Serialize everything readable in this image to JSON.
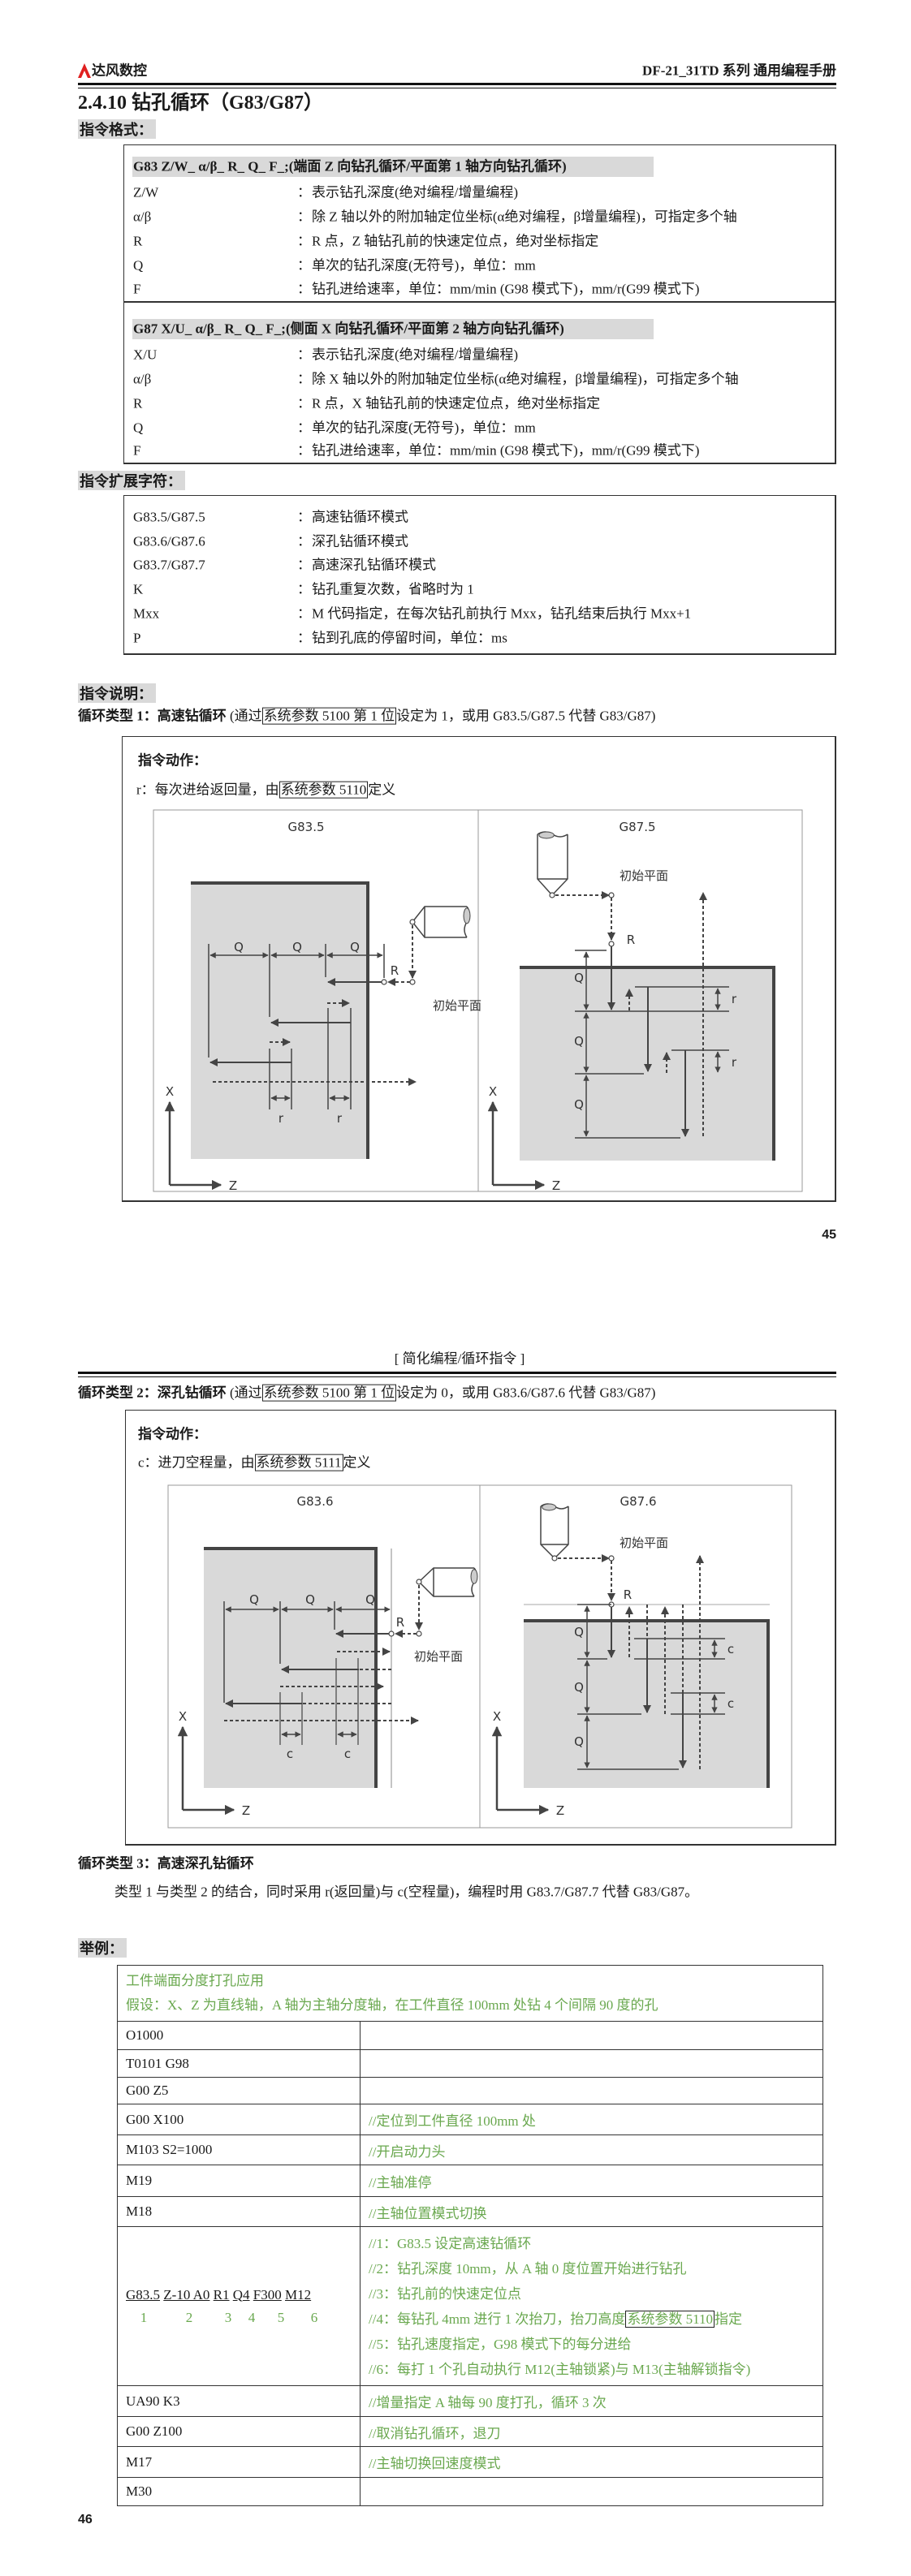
{
  "header": {
    "brand": "达风数控",
    "manual_title": "DF-21_31TD 系列  通用编程手册"
  },
  "section_title": "2.4.10  钻孔循环（G83/G87）",
  "format": {
    "label": "指令格式：",
    "g83": {
      "heading": "G83   Z/W_ α/β_ R_ Q_ F_;(端面 Z 向钻孔循环/平面第 1 轴方向钻孔循环)",
      "params": [
        {
          "key": "Z/W",
          "desc": "表示钻孔深度(绝对编程/增量编程)"
        },
        {
          "key": "α/β",
          "desc": "除 Z 轴以外的附加轴定位坐标(α绝对编程，β增量编程)，可指定多个轴"
        },
        {
          "key": "R",
          "desc": "R 点，Z 轴钻孔前的快速定位点，绝对坐标指定"
        },
        {
          "key": "Q",
          "desc": "单次的钻孔深度(无符号)，单位：mm"
        },
        {
          "key": "F",
          "desc": "钻孔进给速率，单位：mm/min (G98 模式下)，mm/r(G99 模式下)"
        }
      ]
    },
    "g87": {
      "heading": "G87   X/U_ α/β_ R_ Q_ F_;(侧面 X 向钻孔循环/平面第 2 轴方向钻孔循环)",
      "params": [
        {
          "key": "X/U",
          "desc": "表示钻孔深度(绝对编程/增量编程)"
        },
        {
          "key": "α/β",
          "desc": "除 X 轴以外的附加轴定位坐标(α绝对编程，β增量编程)，可指定多个轴"
        },
        {
          "key": "R",
          "desc": "R 点，X 轴钻孔前的快速定位点，绝对坐标指定"
        },
        {
          "key": "Q",
          "desc": "单次的钻孔深度(无符号)，单位：mm"
        },
        {
          "key": "F",
          "desc": "钻孔进给速率，单位：mm/min (G98 模式下)，mm/r(G99 模式下)"
        }
      ]
    },
    "colon": "："
  },
  "ext": {
    "label": "指令扩展字符：",
    "items": [
      {
        "key": "G83.5/G87.5",
        "desc": "高速钻循环模式"
      },
      {
        "key": "G83.6/G87.6",
        "desc": "深孔钻循环模式"
      },
      {
        "key": "G83.7/G87.7",
        "desc": "高速深孔钻循环模式"
      },
      {
        "key": "K",
        "desc": "钻孔重复次数，省略时为 1"
      },
      {
        "key": "Mxx",
        "desc": "M 代码指定，在每次钻孔前执行 Mxx，钻孔结束后执行 Mxx+1"
      },
      {
        "key": "P",
        "desc": "钻到孔底的停留时间，单位：ms"
      }
    ]
  },
  "explain": {
    "label": "指令说明："
  },
  "type1": {
    "title": "循环类型 1：高速钻循环",
    "pre": " (通过",
    "param": "系统参数 5100 第 1 位",
    "post": "设定为 1，或用 G83.5/G87.5 代替 G83/G87)",
    "action_label": "指令动作：",
    "note_pre": "r：每次进给返回量，由",
    "note_param": "系统参数 5110",
    "note_post": "定义"
  },
  "type2": {
    "title": "循环类型 2：深孔钻循环",
    "pre": " (通过",
    "param": "系统参数 5100 第 1 位",
    "post": "设定为 0，或用 G83.6/G87.6 代替 G83/G87)",
    "action_label": "指令动作：",
    "note_pre": "c：进刀空程量，由",
    "note_param": "系统参数 5111",
    "note_post": "定义"
  },
  "type3": {
    "title": "循环类型 3：高速深孔钻循环",
    "desc": "类型 1 与类型 2 的结合，同时采用 r(返回量)与 c(空程量)，编程时用 G83.7/G87.7 代替 G83/G87。"
  },
  "diagrams": {
    "g835": "G83.5",
    "g875": "G87.5",
    "g836": "G83.6",
    "g876": "G87.6",
    "q": "Q",
    "r_point": "R",
    "r_return": "r",
    "c_idle": "c",
    "initial_plane": "初始平面",
    "axis_x": "X",
    "axis_z": "Z"
  },
  "running_header": "[  简化编程/循环指令  ]",
  "page_numbers": {
    "first": "45",
    "second": "46"
  },
  "example": {
    "label": "举例：",
    "title": "工件端面分度打孔应用",
    "assumption": "假设：X、Z 为直线轴，A 轴为主轴分度轴，在工件直径 100mm 处钻 4 个间隔 90 度的孔",
    "rows": [
      {
        "code": "O1000",
        "comment": ""
      },
      {
        "code": "T0101 G98",
        "comment": ""
      },
      {
        "code": "G00 Z5",
        "comment": ""
      },
      {
        "code": "G00 X100",
        "comment": "//定位到工件直径 100mm 处"
      },
      {
        "code": "M103 S2=1000",
        "comment": "//开启动力头"
      },
      {
        "code": "M19",
        "comment": "//主轴准停"
      },
      {
        "code": "M18",
        "comment": "//主轴位置模式切换"
      },
      {
        "code": "UA90 K3",
        "comment": "//增量指定 A 轴每 90 度打孔，循环 3 次"
      },
      {
        "code": "G00 Z100",
        "comment": "//取消钻孔循环，退刀"
      },
      {
        "code": "M17",
        "comment": "//主轴切换回速度模式"
      },
      {
        "code": "M30",
        "comment": ""
      }
    ],
    "cycle_row": {
      "segments": [
        "G83.5",
        "Z-10 A0",
        "R1",
        "Q4",
        "F300",
        "M12"
      ],
      "numbers": [
        "1",
        "2",
        "3",
        "4",
        "5",
        "6"
      ],
      "comments": [
        "//1：G83.5 设定高速钻循环",
        "//2：钻孔深度 10mm，从 A 轴 0 度位置开始进行钻孔",
        "//3：钻孔前的快速定位点"
      ],
      "comment4_pre": "//4：每钻孔 4mm 进行 1 次抬刀，抬刀高度",
      "comment4_param": "系统参数 5110",
      "comment4_post": "指定",
      "comments_after": [
        "//5：钻孔速度指定，G98 模式下的每分进给",
        "//6：每打 1 个孔自动执行 M12(主轴锁紧)与 M13(主轴解锁指令)"
      ]
    }
  },
  "colors": {
    "accent_green": "#6aa84f",
    "logo_red": "#e02020",
    "label_gray": "#d9d9d9",
    "work_gray": "#d9d9d9"
  }
}
